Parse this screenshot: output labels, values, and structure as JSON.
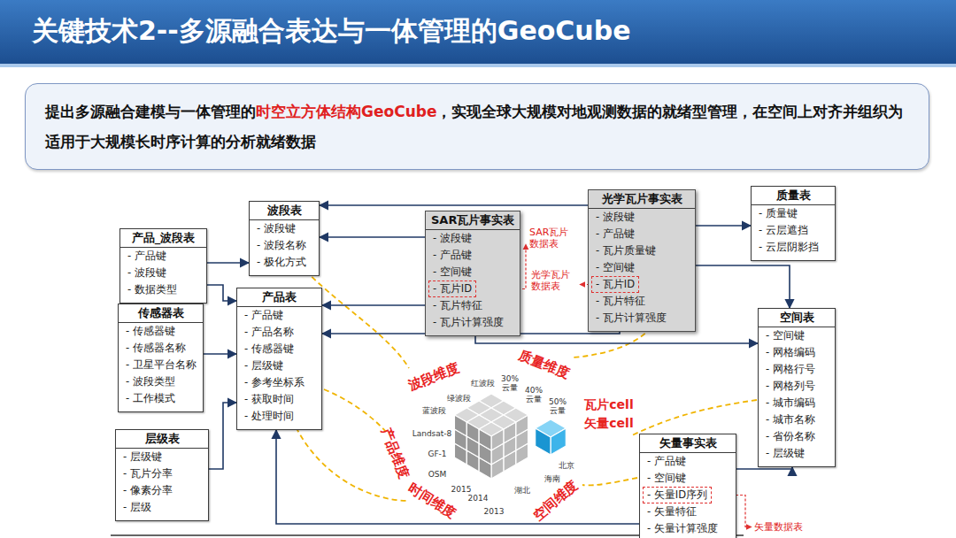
{
  "diagram": {
    "title": "关键技术2--多源融合表达与一体管理的GeoCube",
    "nodes": [
      {
        "text": [
          "提出多源融合建模与一体管理的",
          "时空立方体结构GeoCube",
          "，实现全球大规模对地观测数据的就绪型管理，在空间上对齐并组织为适用于大规模长时序计算的分析就绪数据"
        ]
      },
      {
        "text": [
          "波段表",
          "- 波段键",
          "- 波段名称",
          "- 极化方式"
        ]
      },
      {
        "text": [
          "SAR瓦片事实表",
          "- 波段键",
          "- 产品键",
          "- 空间键",
          "- 瓦片ID",
          "- 瓦片特征",
          "- 瓦片计算强度"
        ]
      },
      {
        "text": [
          "光学瓦片事实表",
          "- 波段键",
          "- 产品键",
          "- 瓦片质量键",
          "- 空间键",
          "- 瓦片ID",
          "- 瓦片特征",
          "- 瓦片计算强度"
        ]
      },
      {
        "text": [
          "质量表",
          "- 质量键",
          "- 云层遮挡",
          "- 云层阴影挡"
        ]
      },
      {
        "text": [
          "产品_波段表",
          "- 产品键",
          "- 波段键",
          "- 数据类型"
        ]
      },
      {
        "text": [
          "产品表",
          "- 产品键",
          "- 产品名称",
          "- 传感器键",
          "- 层级键",
          "- 参考坐标系",
          "- 获取时间",
          "- 处理时间"
        ]
      },
      {
        "text": [
          "传感器表",
          "- 传感器键",
          "- 传感器名称",
          "- 卫星平台名称",
          "- 波段类型",
          "- 工作模式"
        ]
      },
      {
        "text": [
          "空间表",
          "- 空间键",
          "- 网格编码",
          "- 网格行号",
          "- 网格列号",
          "- 城市编码",
          "- 城市名称",
          "- 省份名称",
          "- 层级键"
        ]
      },
      {
        "text": [
          "层级表",
          "- 层级键",
          "- 瓦片分率",
          "- 像素分率",
          "- 层级"
        ]
      },
      {
        "text": [
          "矢量事实表",
          "- 产品键",
          "- 空间键",
          "- 矢量ID序列",
          "- 矢量特征",
          "- 矢量计算强度"
        ]
      }
    ],
    "edges": [
      {
        "from": 2,
        "to": 1,
        "arrow": "to"
      },
      {
        "from": 3,
        "to": 1,
        "arrow": "to"
      },
      {
        "from": 2,
        "to": 6,
        "arrow": "to"
      },
      {
        "from": 3,
        "to": 6,
        "arrow": "to"
      },
      {
        "from": 2,
        "to": 8,
        "arrow": "to"
      },
      {
        "from": 3,
        "to": 4,
        "arrow": "to"
      },
      {
        "from": 3,
        "to": 8,
        "arrow": "to"
      },
      {
        "from": 5,
        "to": 1,
        "arrow": "to"
      },
      {
        "from": 5,
        "to": 6,
        "arrow": "to"
      },
      {
        "from": 7,
        "to": 6,
        "arrow": "to"
      },
      {
        "from": 9,
        "to": 6,
        "arrow": "to"
      },
      {
        "from": 10,
        "to": 6,
        "arrow": "to"
      },
      {
        "from": 10,
        "to": 8,
        "arrow": "to"
      }
    ],
    "labels": [
      "SAR瓦片数据表",
      "光学瓦片数据表",
      "矢量数据表",
      "波段维度",
      "质量维度",
      "产品维度",
      "时间维度",
      "空间维度",
      "瓦片cell",
      "矢量cell",
      "红波段",
      "绿波段",
      "蓝波段",
      "30% 云量",
      "40% 云量",
      "50% 云量",
      "Landsat-8",
      "GF-1",
      "OSM",
      "2015",
      "2014",
      "2013",
      "北京",
      "海南",
      "湖北"
    ]
  }
}
